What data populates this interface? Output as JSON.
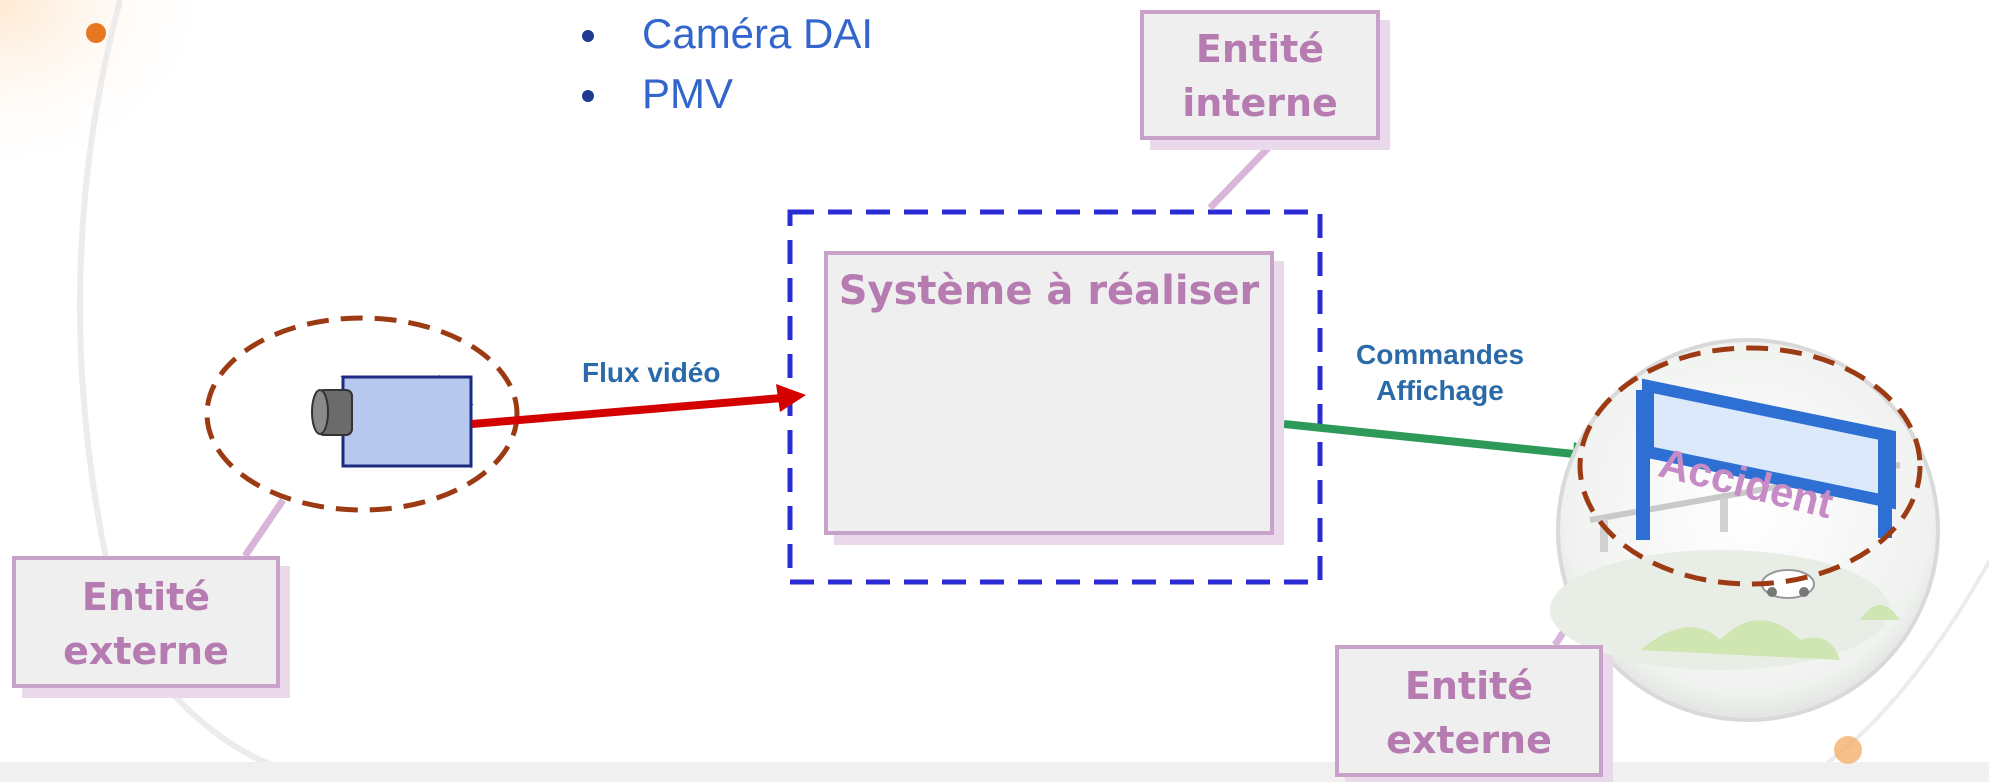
{
  "bullets": [
    {
      "text": "Caméra DAI"
    },
    {
      "text": "PMV"
    }
  ],
  "labels": {
    "entite_interne": {
      "line1": "Entité",
      "line2": "interne"
    },
    "entite_externe_left": {
      "line1": "Entité",
      "line2": "externe"
    },
    "entite_externe_right": {
      "line1": "Entité",
      "line2": "externe"
    }
  },
  "system": {
    "title": "Système à réaliser"
  },
  "flows": {
    "video": {
      "label": "Flux vidéo"
    },
    "commands": {
      "line1": "Commandes",
      "line2": "Affichage"
    }
  },
  "sign": {
    "text": "Accident"
  },
  "colors": {
    "accent_orange": "#e87722",
    "bullet_text": "#3366cc",
    "label_text": "#b67bb0",
    "label_border": "#c8a2c8",
    "dashed_boundary": "#2b2bd6",
    "ellipse_dashed": "#9c3b13",
    "video_arrow": "#d40000",
    "command_arrow": "#2e9a5a",
    "flow_label": "#2b6aa8"
  }
}
